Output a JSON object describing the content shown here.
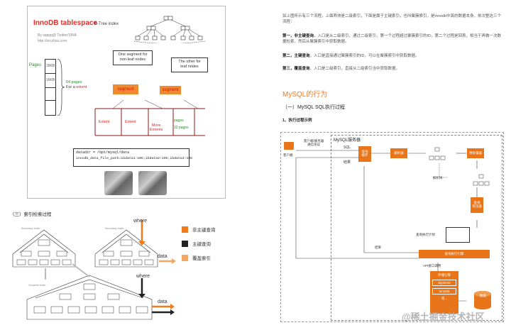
{
  "fig1": {
    "title": "InnoDB tablespace",
    "author_line1": "By sqqqq@ Twitter/SINA",
    "author_line2": "http://orczhou.com",
    "btree": "B-Tree index",
    "pages_label": "Pages",
    "page_size_1": "16KB",
    "page_size_2": "16KB",
    "extent_note_1": "64 pages",
    "extent_note_2": "For a",
    "extent_note_3": "extent",
    "callout_left": "One segment for\nnon-leaf nodes",
    "callout_right": "The other for\nleaf nodes",
    "segment_1": "segment",
    "segment_2": "segment",
    "extent_1": "Extent",
    "extent_2": "Extent",
    "extent_more": "More\nExtents",
    "pages_right": "pages",
    "pages_32": "32 pages",
    "config_line1": "datadir = /opt/mysql/data",
    "config_line2": "innodb_data_file_path=ibdata1:10G;ibdata2:10G;ibdata3:10G"
  },
  "section3": {
    "heading": "（三）索引检索过程",
    "where1": "where",
    "where2": "where",
    "data1": "data",
    "data2": "data",
    "node_left": "Secondary Index",
    "node_mid": "Secondary Index",
    "node_bottom": "Clustered Index"
  },
  "legend": [
    {
      "label": "非主键查询",
      "color": "#f07c1e"
    },
    {
      "label": "主键查询",
      "color": "#222222"
    },
    {
      "label": "覆盖索引",
      "color": "#f4a765"
    }
  ],
  "right": {
    "intro": "如上图所示有三个流程，上面两块是二级索引，下面是属于主键索引，也叫聚簇索引，是innodb中真的数据本身，依次整这三个流程：",
    "p1_label": "第一，非主键查询",
    "p1": "，入口是从二级索引，通过二级索引，第一个过程超过聚簇索引的ID，第二个过程是回表，相当于再做一次数据检索，然后从聚簇索引中获取数据。",
    "p2_label": "第二，主键查询",
    "p2": "，入口是直接通过聚簇索引的ID，可以在聚簇索引中获取数据。",
    "p3_label": "第三，覆盖查询",
    "p3": "，入口是二级索引，直接从二级索引当中获取数据。",
    "h2": "MySQL的行为",
    "h3": "（一）MySQL SQL执行过程",
    "h4": "1、执行过程示例"
  },
  "fig2": {
    "server": "MySQL服务器",
    "client_proto": "客户端/服务器\n通信协议",
    "sql": "SQL",
    "result1": "结果",
    "client": "客户端",
    "cache": "查询\n缓存",
    "parser": "解析器",
    "preproc": "预处理器",
    "parse_tree1": "解析树",
    "optimizer": "查询\n优化器",
    "plan": "查询执行计划",
    "result2": "结果",
    "engine": "查询执行引擎",
    "api": "API接口调用",
    "storage": "存储引擎",
    "myisam": "MyISAM",
    "innodb": "InnoDB",
    "etc": "等...",
    "data": "数据"
  },
  "watermark": "@稀土掘金技术社区"
}
